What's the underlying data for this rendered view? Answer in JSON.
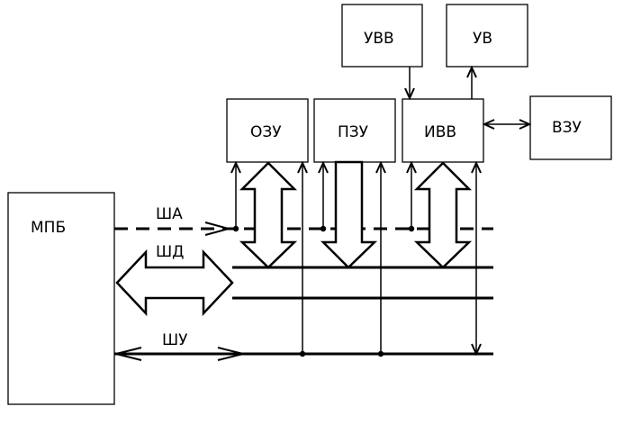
{
  "blocks": {
    "mpb": "МПБ",
    "ozu": "ОЗУ",
    "pzu": "ПЗУ",
    "ivv": "ИВВ",
    "uvv": "УВВ",
    "uv": "УВ",
    "vzu": "ВЗУ"
  },
  "buses": {
    "address": "ША",
    "data": "ШД",
    "control": "ШУ"
  }
}
